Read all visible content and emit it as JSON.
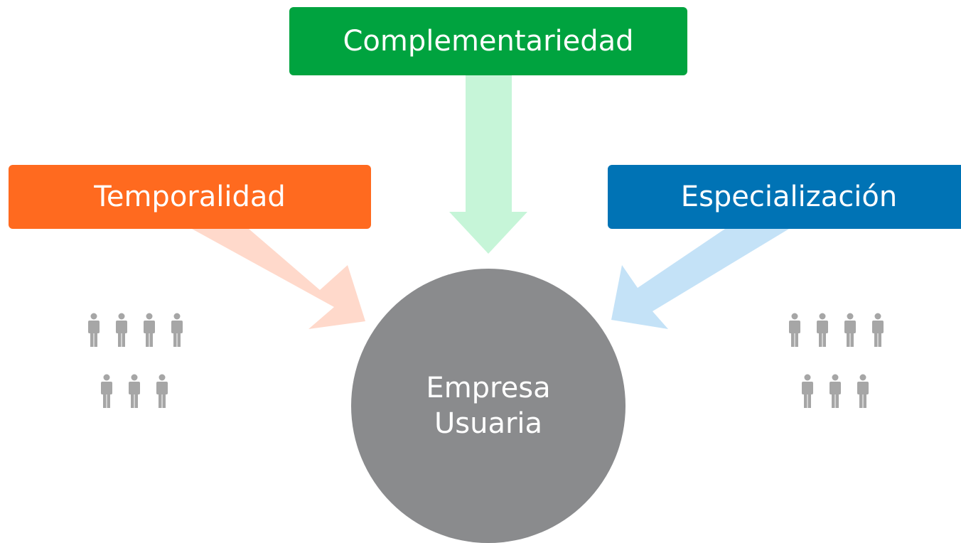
{
  "boxes": {
    "top": {
      "label": "Complementariedad",
      "color": "#00a33f",
      "arrow_color": "#c6f5d8"
    },
    "left": {
      "label": "Temporalidad",
      "color": "#ff6a1f",
      "arrow_color": "#ffd9cb"
    },
    "right": {
      "label": "Especialización",
      "color": "#0073b5",
      "arrow_color": "#c4e2f7"
    }
  },
  "center": {
    "line1": "Empresa",
    "line2": "Usuaria",
    "color": "#8a8b8d"
  },
  "people_groups": {
    "left": {
      "icon": "people-group-icon",
      "count": 7,
      "color": "#a6a6a6"
    },
    "right": {
      "icon": "people-group-icon",
      "count": 7,
      "color": "#a6a6a6"
    }
  }
}
